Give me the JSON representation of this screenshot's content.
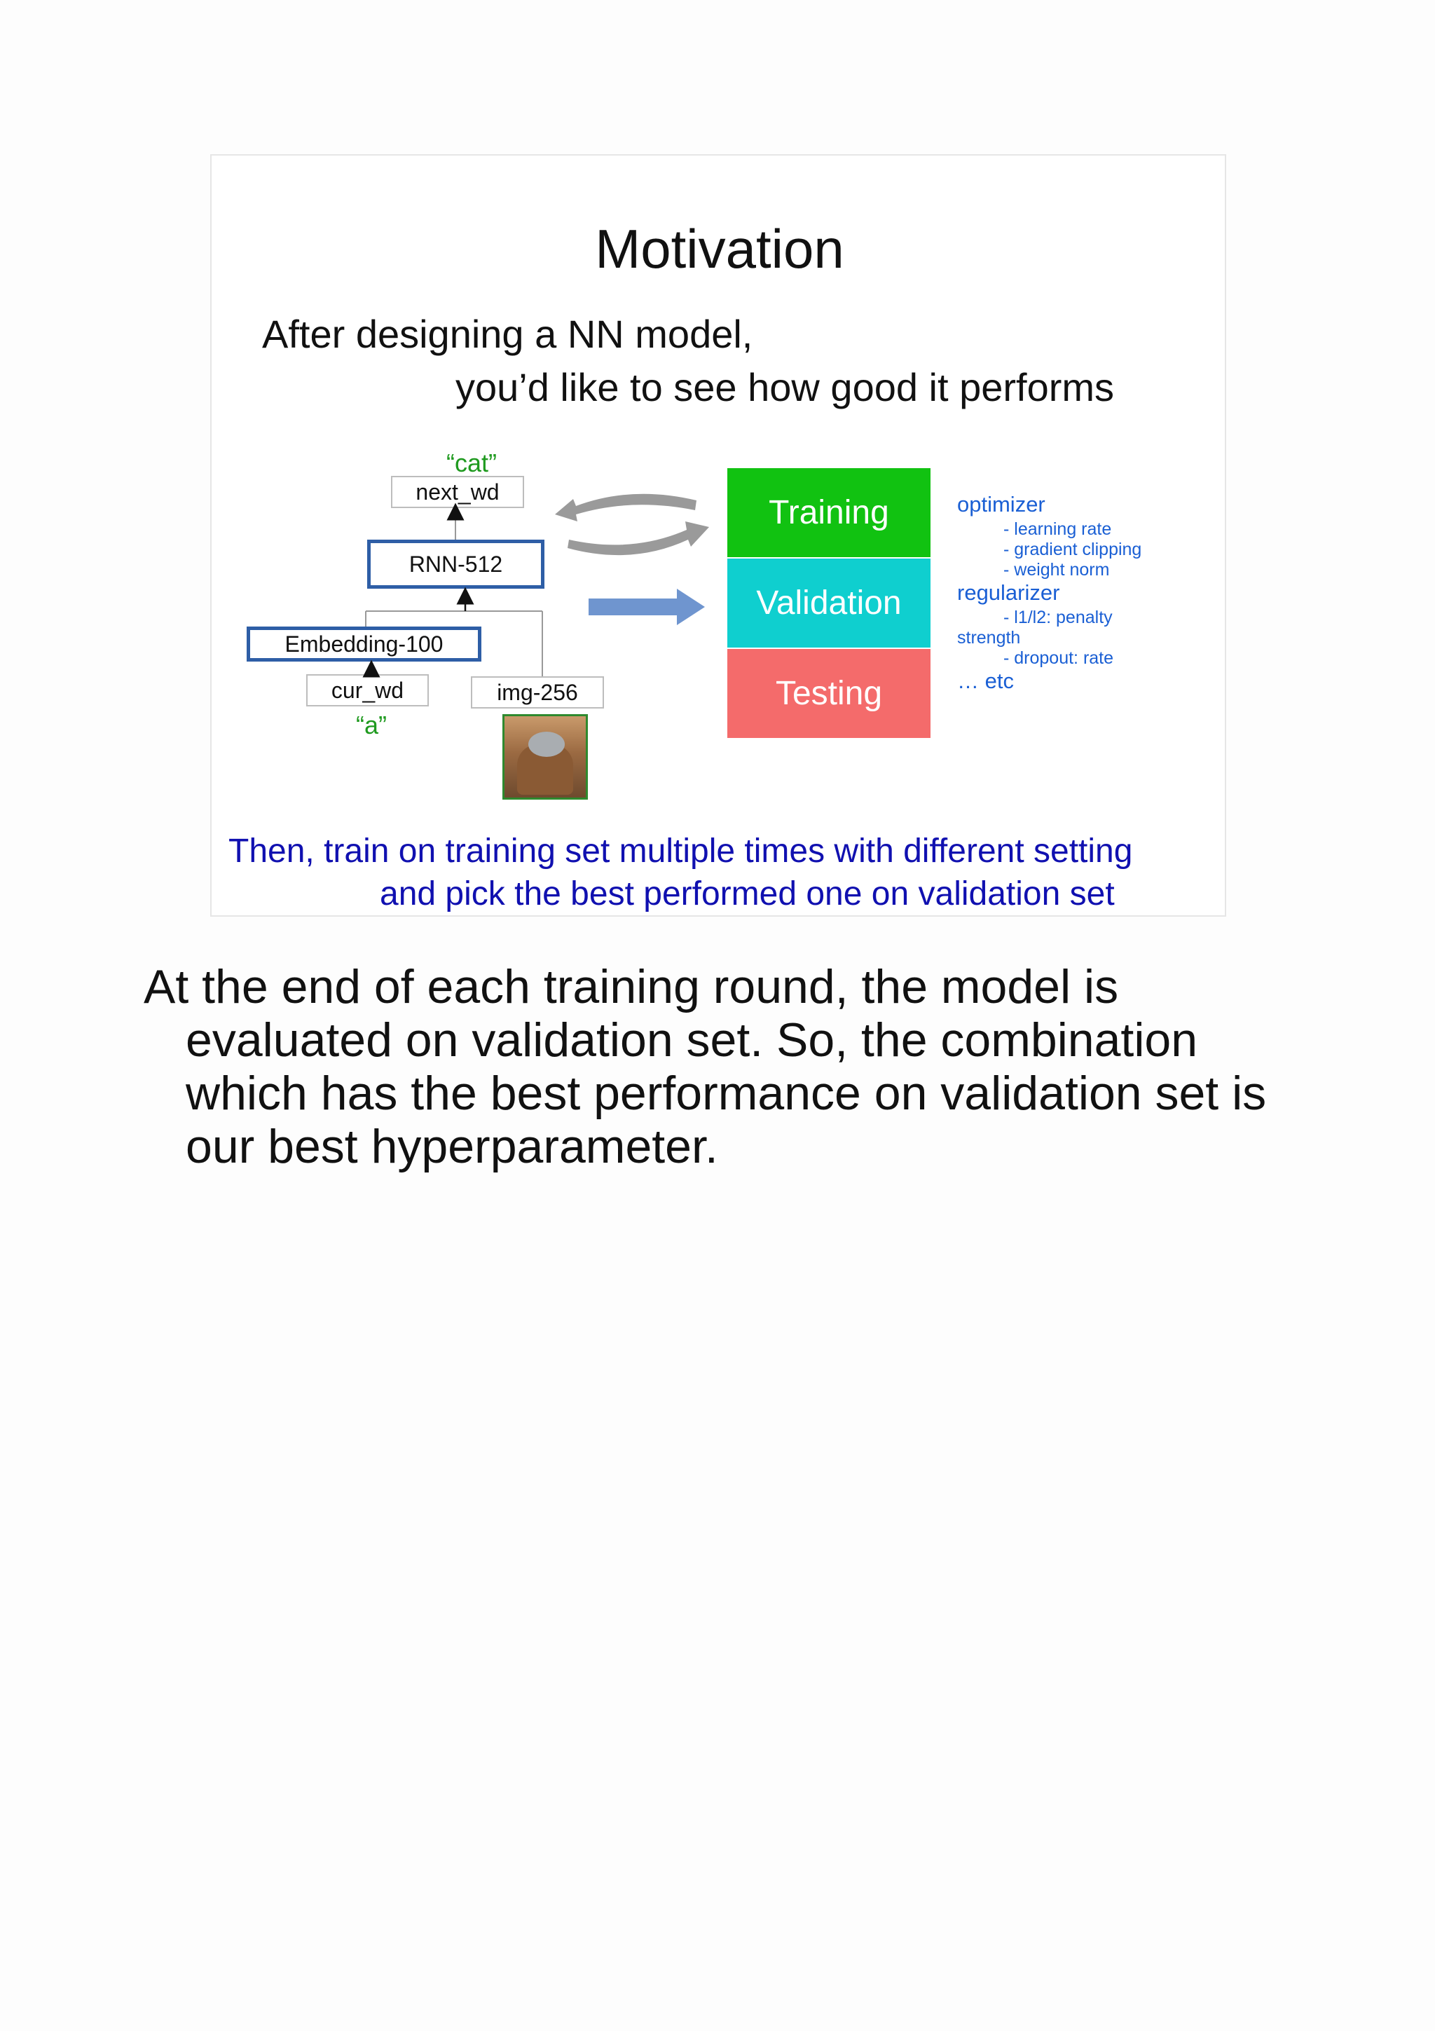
{
  "slide": {
    "title": "Motivation",
    "intro_line1": "After designing a NN model,",
    "intro_line2": "you’d like to see how good it performs",
    "diagram": {
      "output_quote": "“cat”",
      "next_wd": "next_wd",
      "rnn": "RNN-512",
      "embedding": "Embedding-100",
      "cur_wd": "cur_wd",
      "img": "img-256",
      "input_quote": "“a”"
    },
    "splits": {
      "training": "Training",
      "validation": "Validation",
      "testing": "Testing",
      "colors": {
        "training": "#11c211",
        "validation": "#0fcfcf",
        "testing": "#f46b6b"
      }
    },
    "hyperparams": {
      "optimizer": "optimizer",
      "opt_items": [
        "- learning rate",
        "- gradient clipping",
        "- weight norm"
      ],
      "regularizer": "regularizer",
      "reg_item1": "- l1/l2: penalty",
      "reg_item1_cont": "strength",
      "reg_item2": "- dropout: rate",
      "etc": "… etc"
    },
    "then_line1": "Then, train on training set multiple times with different setting",
    "then_line2": "and pick the best performed one on validation set"
  },
  "paragraph": [
    "At the end of each training round, the model is",
    "evaluated on validation set. So, the combination",
    "which has the best performance on validation set is",
    "our best hyperparameter."
  ]
}
